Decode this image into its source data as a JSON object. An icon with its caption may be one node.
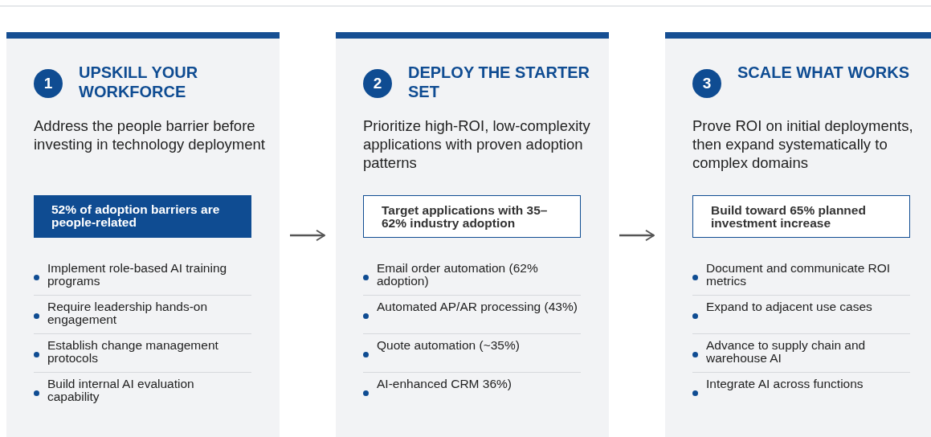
{
  "diagram": {
    "nodes": [
      {
        "text": [
          "UPSKILL YOUR WORKFORCE",
          "Address the people barrier before investing in technology deployment"
        ]
      },
      {
        "text": [
          "1"
        ],
        "in": 0
      },
      {
        "text": [
          "52% of adoption barriers are people-related"
        ],
        "in": 0
      },
      {
        "text": [
          "Implement role-based AI training programs"
        ],
        "in": 0
      },
      {
        "text": [
          "Require leadership hands-on engagement"
        ],
        "in": 0
      },
      {
        "text": [
          "Establish change management protocols"
        ],
        "in": 0
      },
      {
        "text": [
          "Build internal AI evaluation capability"
        ],
        "in": 0
      },
      {
        "text": [
          "DEPLOY THE STARTER SET",
          "Prioritize high-ROI, low-complexity applications with proven adoption patterns"
        ]
      },
      {
        "text": [
          "2"
        ],
        "in": 7
      },
      {
        "text": [
          "Target applications with 35–62% industry adoption"
        ],
        "in": 7
      },
      {
        "text": [
          "Email order automation (62% adoption)"
        ],
        "in": 7
      },
      {
        "text": [
          "Automated AP/AR processing (43%)"
        ],
        "in": 7
      },
      {
        "text": [
          "Quote automation (~35%)"
        ],
        "in": 7
      },
      {
        "text": [
          "AI-enhanced CRM 36%)"
        ],
        "in": 7
      },
      {
        "text": [
          "SCALE WHAT WORKS",
          "Prove ROI on initial deployments, then expand systematically to complex domains"
        ]
      },
      {
        "text": [
          "3"
        ],
        "in": 14
      },
      {
        "text": [
          "Build toward 65% planned investment increase"
        ],
        "in": 14
      },
      {
        "text": [
          "Document and communicate ROI metrics"
        ],
        "in": 14
      },
      {
        "text": [
          "Expand to adjacent use cases"
        ],
        "in": 14
      },
      {
        "text": [
          "Advance to supply chain and warehouse AI"
        ],
        "in": 14
      },
      {
        "text": [
          "Integrate AI across functions"
        ],
        "in": 14
      }
    ],
    "edges": [
      {
        "from": 0,
        "to": 7,
        "arrow": "to"
      },
      {
        "from": 7,
        "to": 14,
        "arrow": "to"
      }
    ]
  }
}
